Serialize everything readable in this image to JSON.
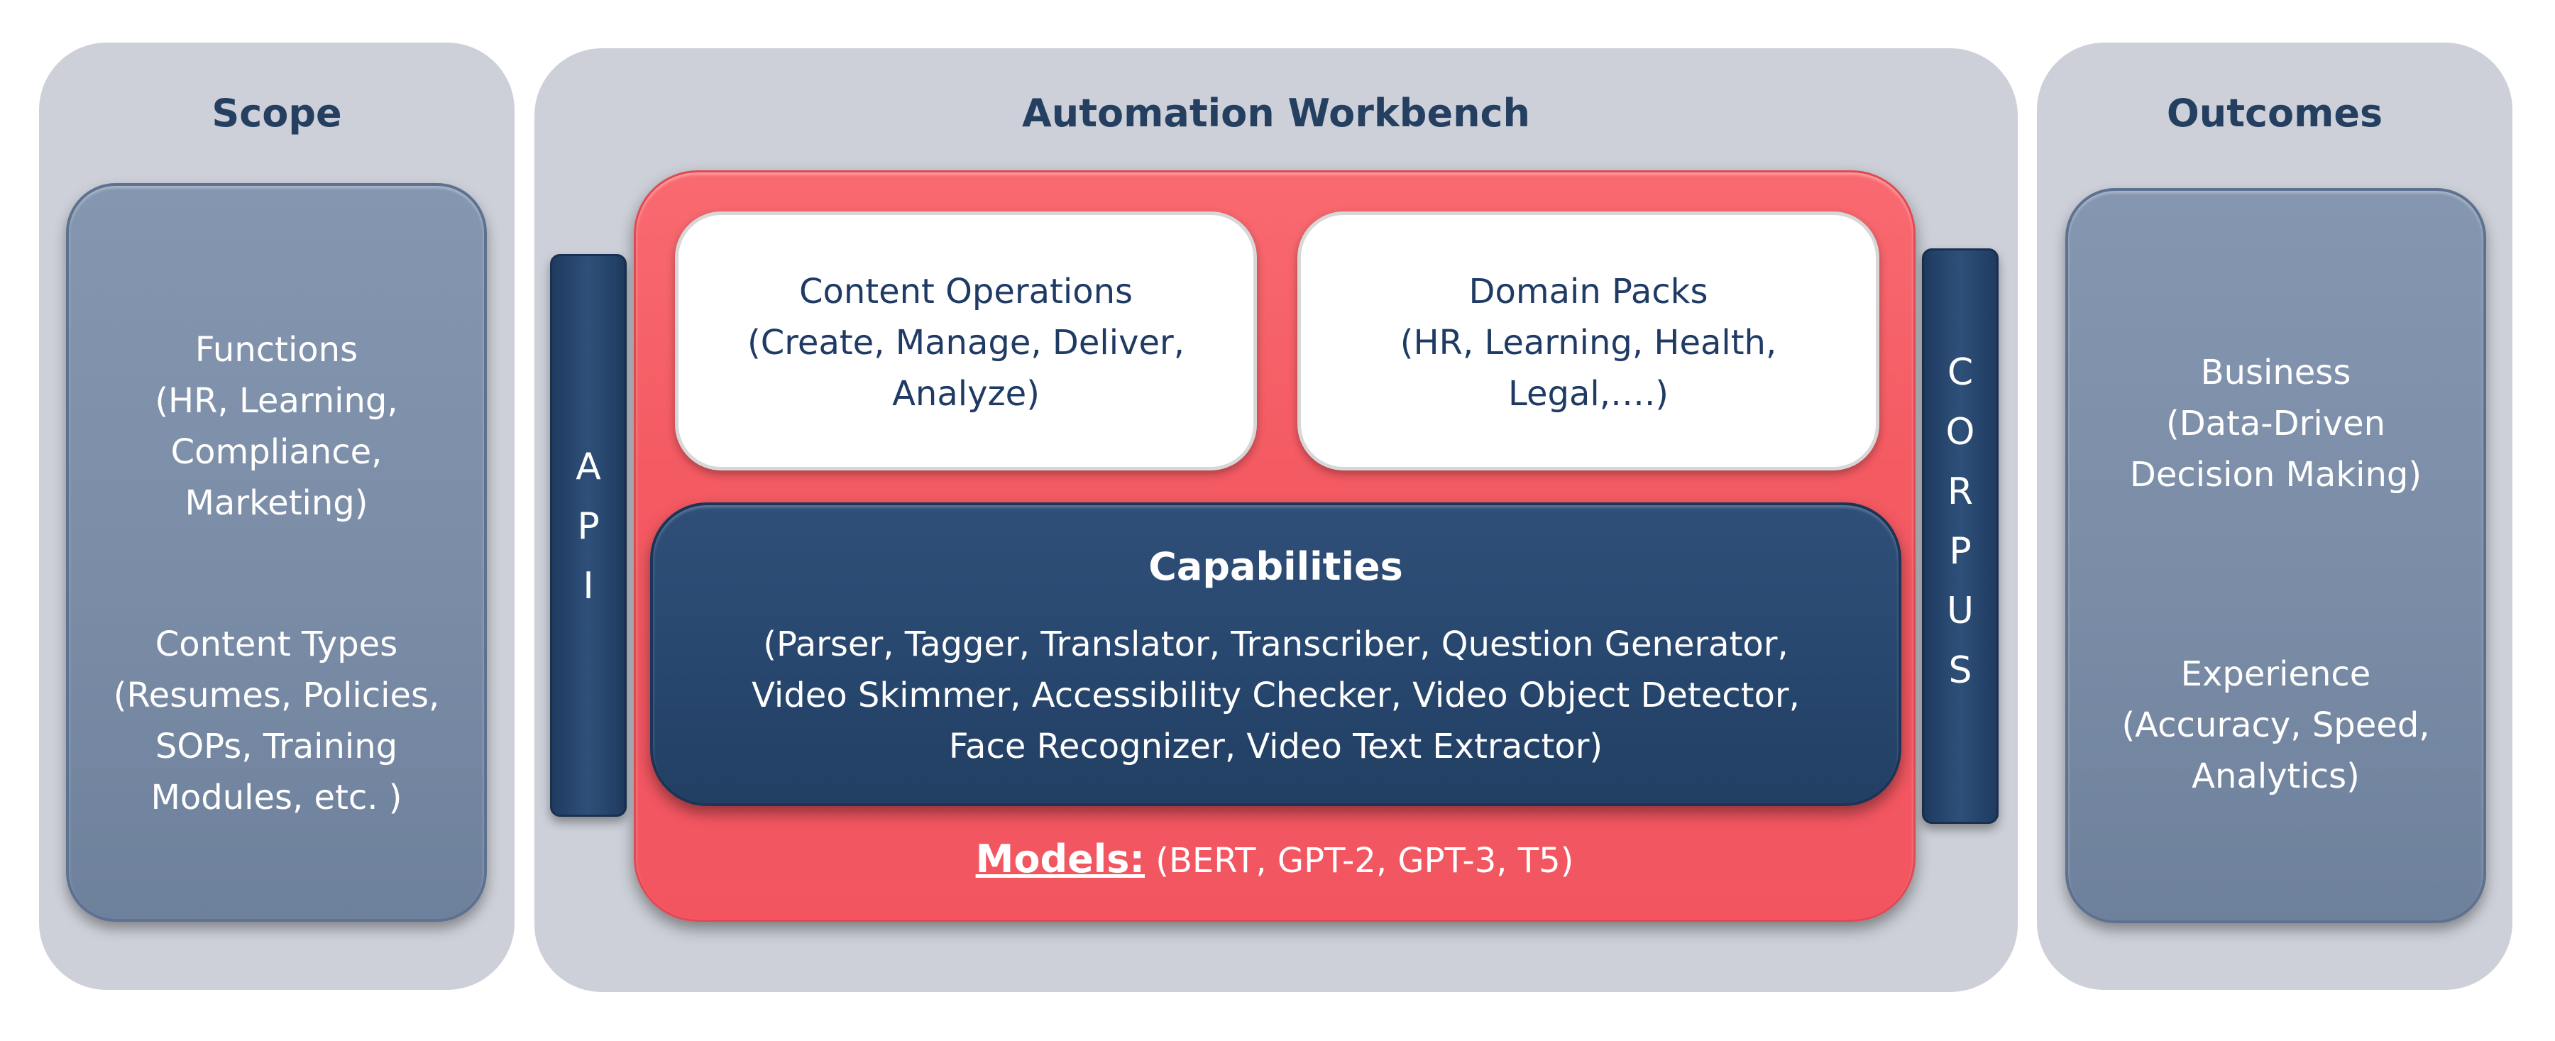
{
  "scope": {
    "title": "Scope",
    "functions": "Functions\n(HR, Learning,\nCompliance,\nMarketing)",
    "content_types": "Content Types\n(Resumes, Policies,\nSOPs, Training\nModules, etc. )"
  },
  "workbench": {
    "title": "Automation Workbench",
    "api_letters": [
      "A",
      "P",
      "I"
    ],
    "corpus_letters": [
      "C",
      "O",
      "R",
      "P",
      "U",
      "S"
    ],
    "content_operations": "Content Operations\n(Create, Manage, Deliver,\nAnalyze)",
    "domain_packs": "Domain Packs\n(HR, Learning, Health,\nLegal,….)",
    "capabilities_title": "Capabilities",
    "capabilities_list": "(Parser, Tagger, Translator, Transcriber, Question Generator,\nVideo Skimmer, Accessibility Checker, Video Object Detector,\nFace Recognizer, Video Text Extractor)",
    "models_label": "Models:",
    "models_list": " (BERT, GPT-2, GPT-3, T5)"
  },
  "outcomes": {
    "title": "Outcomes",
    "business": "Business\n(Data-Driven\nDecision Making)",
    "experience": "Experience\n(Accuracy, Speed,\nAnalytics)"
  }
}
